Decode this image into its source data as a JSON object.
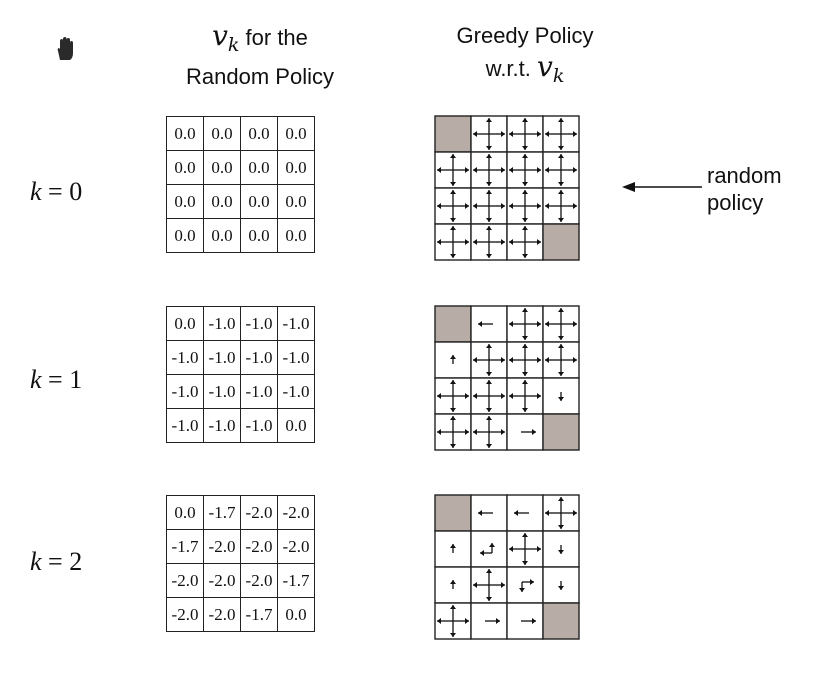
{
  "header": {
    "left_math": "v",
    "left_math_sub": "k",
    "left_line1_rest": " for the",
    "left_line2": "Random Policy",
    "right_line1": "Greedy Policy",
    "right_line2_prefix": "w.r.t. ",
    "right_math": "v",
    "right_math_sub": "k"
  },
  "annotation": {
    "line1": "random",
    "line2": "policy"
  },
  "icons": {
    "cursor": "hand-cursor-icon",
    "annotation_arrow": "arrow-left-icon"
  },
  "colors": {
    "terminal": "#b8aca6",
    "line": "#222222"
  },
  "panels": [
    {
      "k_label_var": "k",
      "k_label_rest": " = 0",
      "values": [
        [
          "0.0",
          "0.0",
          "0.0",
          "0.0"
        ],
        [
          "0.0",
          "0.0",
          "0.0",
          "0.0"
        ],
        [
          "0.0",
          "0.0",
          "0.0",
          "0.0"
        ],
        [
          "0.0",
          "0.0",
          "0.0",
          "0.0"
        ]
      ],
      "policy": [
        [
          "T",
          "NESW",
          "NESW",
          "NESW"
        ],
        [
          "NESW",
          "NESW",
          "NESW",
          "NESW"
        ],
        [
          "NESW",
          "NESW",
          "NESW",
          "NESW"
        ],
        [
          "NESW",
          "NESW",
          "NESW",
          "T"
        ]
      ]
    },
    {
      "k_label_var": "k",
      "k_label_rest": " = 1",
      "values": [
        [
          "0.0",
          "-1.0",
          "-1.0",
          "-1.0"
        ],
        [
          "-1.0",
          "-1.0",
          "-1.0",
          "-1.0"
        ],
        [
          "-1.0",
          "-1.0",
          "-1.0",
          "-1.0"
        ],
        [
          "-1.0",
          "-1.0",
          "-1.0",
          "0.0"
        ]
      ],
      "policy": [
        [
          "T",
          "W",
          "NESW",
          "NESW"
        ],
        [
          "N",
          "NESW",
          "NESW",
          "NESW"
        ],
        [
          "NESW",
          "NESW",
          "NESW",
          "S"
        ],
        [
          "NESW",
          "NESW",
          "E",
          "T"
        ]
      ]
    },
    {
      "k_label_var": "k",
      "k_label_rest": " = 2",
      "values": [
        [
          "0.0",
          "-1.7",
          "-2.0",
          "-2.0"
        ],
        [
          "-1.7",
          "-2.0",
          "-2.0",
          "-2.0"
        ],
        [
          "-2.0",
          "-2.0",
          "-2.0",
          "-1.7"
        ],
        [
          "-2.0",
          "-2.0",
          "-1.7",
          "0.0"
        ]
      ],
      "policy": [
        [
          "T",
          "W",
          "W",
          "NESW"
        ],
        [
          "N",
          "NW",
          "NESW",
          "S"
        ],
        [
          "N",
          "NESW",
          "ES",
          "S"
        ],
        [
          "NESW",
          "E",
          "E",
          "T"
        ]
      ]
    }
  ]
}
